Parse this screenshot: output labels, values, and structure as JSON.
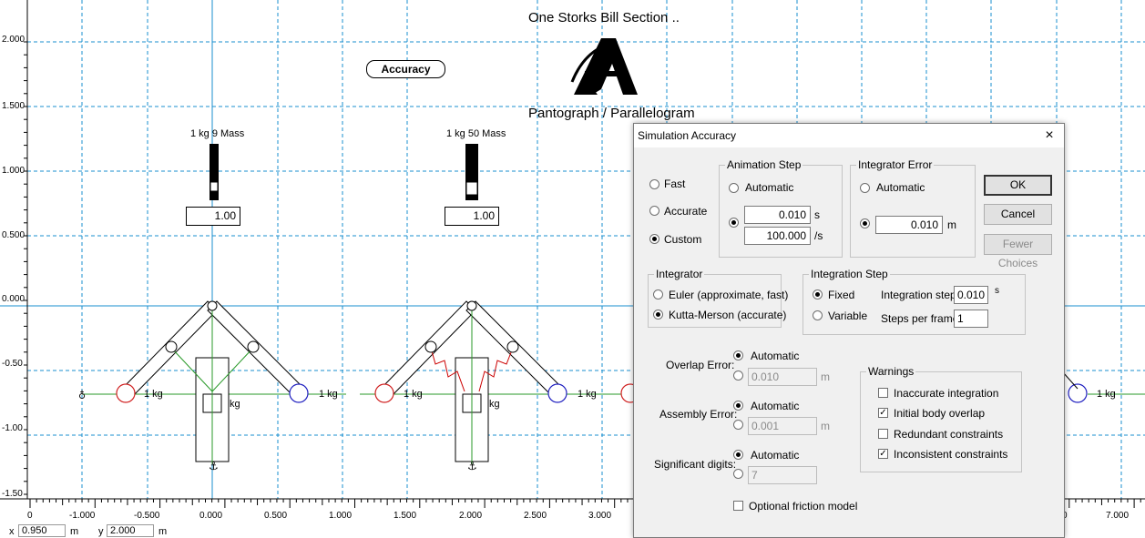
{
  "canvas": {
    "title": "One Storks Bill Section ..",
    "subtitle": "Pantograph / Parallelogram",
    "accuracy_button": "Accuracy",
    "y_axis_labels": [
      "2.000",
      "1.500",
      "1.000",
      "0.500",
      "0.000",
      "-0.50",
      "-1.00",
      "-1.50"
    ],
    "x_axis_labels": [
      "0",
      "-1.000",
      "-0.500",
      "0.000",
      "0.500",
      "1.000",
      "1.500",
      "2.000",
      "2.500",
      "3.000",
      "0",
      "7.000"
    ],
    "mass_label_1": "1 kg 9 Mass",
    "mass_label_2": "1 kg 50 Mass",
    "meter_value_1": "1.00",
    "meter_value_2": "1.00",
    "body_label": "1 kg",
    "body_label_short": "kg",
    "body_label_right": "1 kg",
    "coord_x_label": "x",
    "coord_x_value": "0.950",
    "coord_unit": "m",
    "coord_y_label": "y",
    "coord_y_value": "2.000"
  },
  "dialog": {
    "title": "Simulation Accuracy",
    "close": "×",
    "mode": {
      "fast": "Fast",
      "accurate": "Accurate",
      "custom": "Custom",
      "selected": "Custom"
    },
    "animation_step": {
      "title": "Animation Step",
      "automatic": "Automatic",
      "step_value": "0.010",
      "step_unit": "s",
      "rate_value": "100.000",
      "rate_unit": "/s"
    },
    "integrator_error": {
      "title": "Integrator Error",
      "automatic": "Automatic",
      "value": "0.010",
      "unit": "m"
    },
    "buttons": {
      "ok": "OK",
      "cancel": "Cancel",
      "fewer": "Fewer Choices"
    },
    "integrator": {
      "title": "Integrator",
      "euler": "Euler (approximate, fast)",
      "kutta": "Kutta-Merson (accurate)"
    },
    "integration_step": {
      "title": "Integration Step",
      "fixed": "Fixed",
      "variable": "Variable",
      "step_label": "Integration step:",
      "step_value": "0.010",
      "step_unit": "s",
      "frames_label": "Steps per frame:",
      "frames_value": "1"
    },
    "overlap_error": {
      "label": "Overlap Error:",
      "automatic": "Automatic",
      "value": "0.010",
      "unit": "m"
    },
    "assembly_error": {
      "label": "Assembly Error:",
      "automatic": "Automatic",
      "value": "0.001",
      "unit": "m"
    },
    "significant_digits": {
      "label": "Significant digits:",
      "automatic": "Automatic",
      "value": "7"
    },
    "warnings": {
      "title": "Warnings",
      "items": [
        {
          "label": "Inaccurate integration",
          "checked": false
        },
        {
          "label": "Initial body overlap",
          "checked": true
        },
        {
          "label": "Redundant constraints",
          "checked": false
        },
        {
          "label": "Inconsistent constraints",
          "checked": true
        }
      ]
    },
    "friction": "Optional friction model"
  },
  "colors": {
    "grid": "#1a8fcf",
    "axis": "#1a8fcf",
    "spring": "#2a9a2a",
    "red_joint": "#d02020",
    "blue_joint": "#2020c0",
    "wire": "#cc0000"
  }
}
